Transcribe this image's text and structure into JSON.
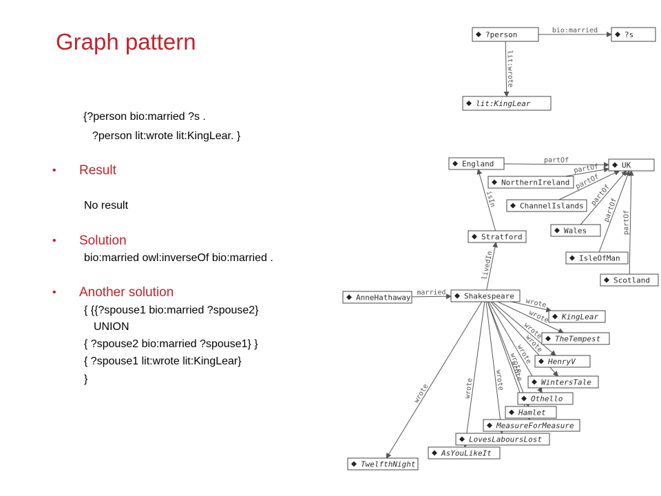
{
  "slide": {
    "title": "Graph pattern",
    "query_lines": [
      "{?person bio:married ?s .",
      "?person lit:wrote lit:KingLear. }"
    ],
    "sections": [
      {
        "heading": "Result",
        "lines": [
          "No result"
        ]
      },
      {
        "heading": "Solution",
        "lines": [
          "bio:married  owl:inverseOf  bio:married ."
        ]
      },
      {
        "heading": "Another solution",
        "lines": [
          "{ {{?spouse1 bio:married ?spouse2}",
          "UNION",
          "{ ?spouse2 bio:married ?spouse1} }",
          "{ ?spouse1 lit:wrote lit:KingLear}",
          "}"
        ]
      }
    ]
  },
  "pattern_graph": {
    "nodes": [
      {
        "id": "person",
        "label": "?person",
        "italic": false
      },
      {
        "id": "s",
        "label": "?s",
        "italic": false
      },
      {
        "id": "kinglear",
        "label": "lit:KingLear",
        "italic": true
      }
    ],
    "edges": [
      {
        "from": "person",
        "to": "s",
        "label": "bio:married"
      },
      {
        "from": "person",
        "to": "kinglear",
        "label": "lit:wrote"
      }
    ]
  },
  "data_graph": {
    "nodes": [
      {
        "id": "England",
        "label": "England",
        "italic": false
      },
      {
        "id": "UK",
        "label": "UK",
        "italic": false
      },
      {
        "id": "NorthernIreland",
        "label": "NorthernIreland",
        "italic": false
      },
      {
        "id": "ChannelIslands",
        "label": "ChannelIslands",
        "italic": false
      },
      {
        "id": "Wales",
        "label": "Wales",
        "italic": false
      },
      {
        "id": "Stratford",
        "label": "Stratford",
        "italic": false
      },
      {
        "id": "IsleOfMan",
        "label": "IsleOfMan",
        "italic": false
      },
      {
        "id": "Scotland",
        "label": "Scotland",
        "italic": false
      },
      {
        "id": "AnneHathaway",
        "label": "AnneHathaway",
        "italic": false
      },
      {
        "id": "Shakespeare",
        "label": "Shakespeare",
        "italic": false
      },
      {
        "id": "KingLear",
        "label": "KingLear",
        "italic": true
      },
      {
        "id": "TheTempest",
        "label": "TheTempest",
        "italic": true
      },
      {
        "id": "HenryV",
        "label": "HenryV",
        "italic": true
      },
      {
        "id": "WintersTale",
        "label": "WintersTale",
        "italic": true
      },
      {
        "id": "Othello",
        "label": "Othello",
        "italic": true
      },
      {
        "id": "Hamlet",
        "label": "Hamlet",
        "italic": true
      },
      {
        "id": "MeasureForMeasure",
        "label": "MeasureForMeasure",
        "italic": true
      },
      {
        "id": "LovesLaboursLost",
        "label": "LovesLaboursLost",
        "italic": true
      },
      {
        "id": "AsYouLikeIt",
        "label": "AsYouLikeIt",
        "italic": true
      },
      {
        "id": "TwelfthNight",
        "label": "TwelfthNight",
        "italic": true
      }
    ],
    "edges": [
      {
        "from": "England",
        "to": "UK",
        "label": "partOf"
      },
      {
        "from": "NorthernIreland",
        "to": "UK",
        "label": "partOf"
      },
      {
        "from": "ChannelIslands",
        "to": "UK",
        "label": "partOf"
      },
      {
        "from": "Wales",
        "to": "UK",
        "label": "partOf"
      },
      {
        "from": "IsleOfMan",
        "to": "UK",
        "label": "partOf"
      },
      {
        "from": "Scotland",
        "to": "UK",
        "label": "partOf"
      },
      {
        "from": "Stratford",
        "to": "England",
        "label": "isIn"
      },
      {
        "from": "Shakespeare",
        "to": "Stratford",
        "label": "livedIn"
      },
      {
        "from": "AnneHathaway",
        "to": "Shakespeare",
        "label": "married"
      },
      {
        "from": "Shakespeare",
        "to": "KingLear",
        "label": "wrote"
      },
      {
        "from": "Shakespeare",
        "to": "TheTempest",
        "label": "wrote"
      },
      {
        "from": "Shakespeare",
        "to": "HenryV",
        "label": "wrote"
      },
      {
        "from": "Shakespeare",
        "to": "WintersTale",
        "label": "wrote"
      },
      {
        "from": "Shakespeare",
        "to": "Othello",
        "label": "wrote"
      },
      {
        "from": "Shakespeare",
        "to": "Hamlet",
        "label": "wrote"
      },
      {
        "from": "Shakespeare",
        "to": "MeasureForMeasure",
        "label": "wrote"
      },
      {
        "from": "Shakespeare",
        "to": "LovesLaboursLost",
        "label": "wrote"
      },
      {
        "from": "Shakespeare",
        "to": "AsYouLikeIt",
        "label": "wrote"
      },
      {
        "from": "Shakespeare",
        "to": "TwelfthNight",
        "label": "wrote"
      }
    ]
  }
}
